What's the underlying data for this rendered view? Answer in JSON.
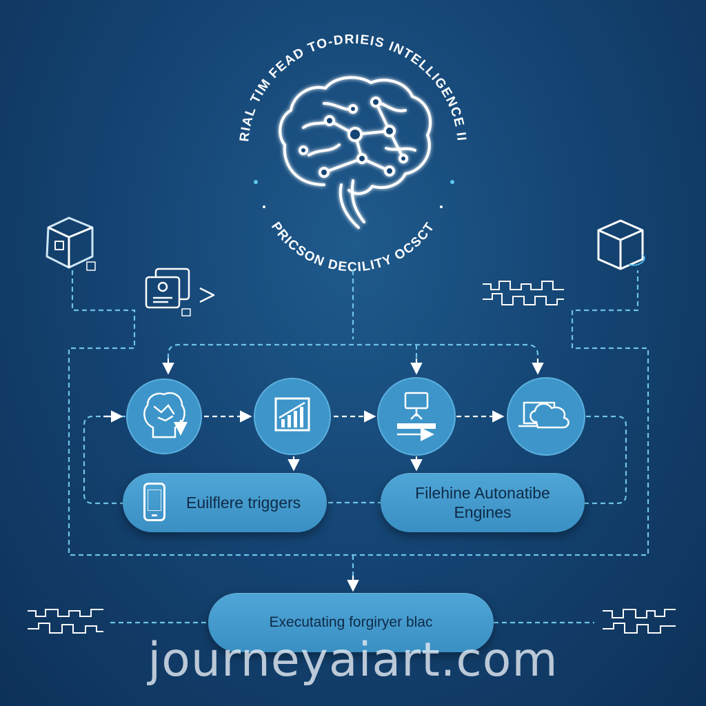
{
  "header": {
    "arc_top": "RIAL TIM FEAD TO-DRIEIS INTELLIGENCE II",
    "arc_bottom": "PRICSON DECILITY OCSCT"
  },
  "flow": {
    "step_icons": [
      "brain-head-icon",
      "bar-chart-icon",
      "server-monitor-icon",
      "cloud-laptop-icon"
    ],
    "triggers_label": "Euilflere triggers",
    "engines_line1": "Filehine Autonatibe",
    "engines_line2": "Engines",
    "execution_label": "Executating forgiryer blac"
  },
  "watermark": "journeyaiart.com",
  "colors": {
    "background": "#154574",
    "node_fill": "#3e95c9",
    "pill_fill": "#4fa6d6",
    "connector": "#6fc3e8",
    "line_art": "#ffffff"
  }
}
